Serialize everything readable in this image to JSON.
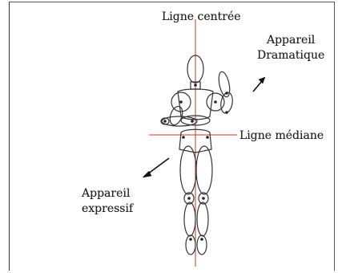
{
  "labels": {
    "ligne_centree": "Ligne centrée",
    "appareil_dramatique": [
      "Appareil",
      "Dramatique"
    ],
    "ligne_mediane": "Ligne médiane",
    "appareil_expressif": [
      "Appareil",
      "expressif"
    ]
  },
  "colors": {
    "guide_line": "#c0392b",
    "figure_stroke": "#333333",
    "arrow": "#111111"
  }
}
